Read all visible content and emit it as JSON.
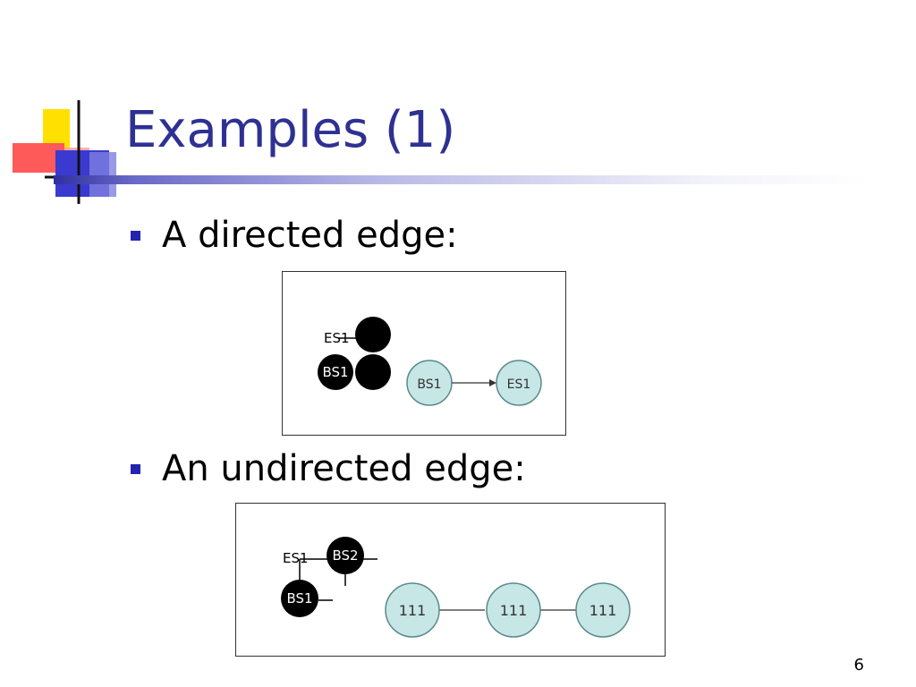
{
  "slide": {
    "title": "Examples (1)",
    "page_number": "6"
  },
  "bullets": [
    {
      "text": "A directed edge:"
    },
    {
      "text": "An undirected edge:"
    }
  ],
  "figure1": {
    "palette_labels": {
      "es": "ES1",
      "bs": "BS1"
    },
    "nodes": [
      {
        "label": "BS1"
      },
      {
        "label": "ES1"
      }
    ],
    "edge": "directed"
  },
  "figure2": {
    "palette_labels": {
      "es": "ES1",
      "bs_top": "BS2",
      "bs_bottom": "BS1"
    },
    "nodes": [
      {
        "label": "111"
      },
      {
        "label": "111"
      },
      {
        "label": "111"
      }
    ],
    "edge": "undirected"
  },
  "colors": {
    "title": "#2e3192",
    "bullet": "#2323b0",
    "node_fill": "#c7e6e6",
    "node_stroke": "#5a8a8a",
    "dark_node": "#000000"
  }
}
